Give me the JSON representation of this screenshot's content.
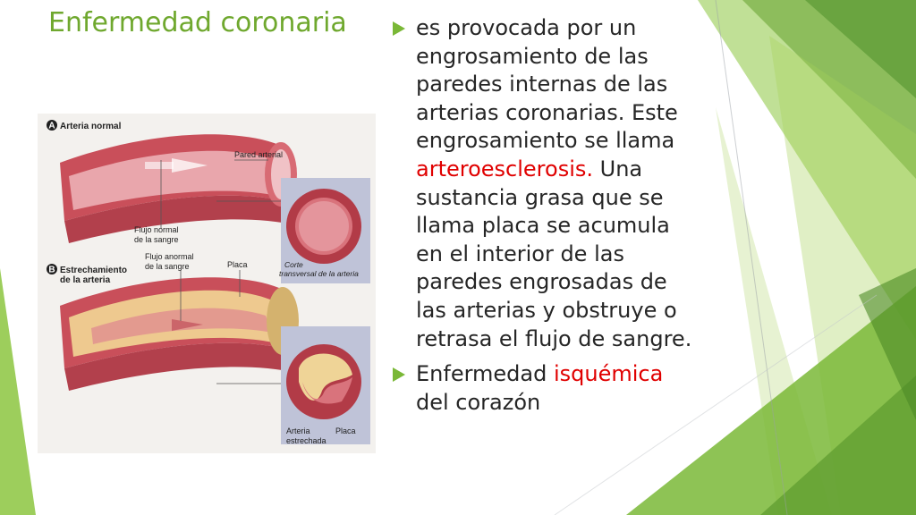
{
  "slide": {
    "title": "Enfermedad coronaria",
    "accent_color": "#6fa82e",
    "highlight_color": "#e00000"
  },
  "figure": {
    "label_a": "A",
    "label_a_text": "Arteria normal",
    "label_b": "B",
    "label_b_text_1": "Estrechamiento",
    "label_b_text_2": "de la arteria",
    "pared_arterial": "Pared arterial",
    "flujo_normal_1": "Flujo normal",
    "flujo_normal_2": "de la sangre",
    "flujo_anormal_1": "Flujo anormal",
    "flujo_anormal_2": "de la sangre",
    "placa_top": "Placa",
    "corte_1": "Corte",
    "corte_2": "transversal de la arteria",
    "arteria_estrechada_1": "Arteria",
    "arteria_estrechada_2": "estrechada",
    "placa_bottom": "Placa"
  },
  "bullets": [
    {
      "text_before": "es provocada por un engrosamiento de las paredes internas de las arterias coronarias. Este engrosamiento se llama ",
      "highlight": "arteroesclerosis.",
      "text_after": " Una sustancia grasa que se llama placa se acumula en el interior de las paredes engrosadas de las arterias y obstruye o retrasa el flujo de sangre."
    },
    {
      "text_before": "Enfermedad ",
      "highlight": "isquémica",
      "text_after": " del corazón"
    }
  ]
}
